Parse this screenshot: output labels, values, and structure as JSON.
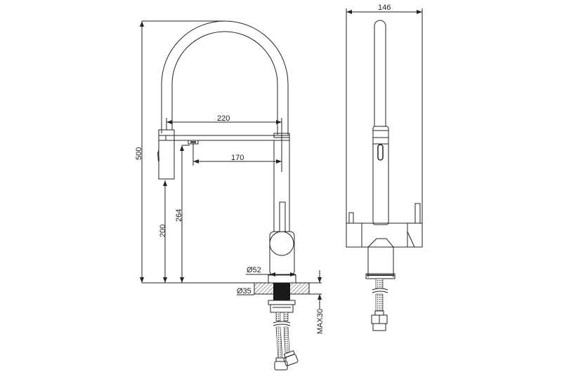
{
  "side_view": {
    "dimensions": {
      "total_height": "500",
      "spout_reach": "220",
      "aerator_reach": "170",
      "head_clearance": "200",
      "aerator_clearance": "264",
      "base_diameter": "Ø52",
      "hole_diameter": "Ø35",
      "max_counter_thickness": "MAX30"
    }
  },
  "front_view": {
    "dimensions": {
      "total_width": "146"
    }
  }
}
